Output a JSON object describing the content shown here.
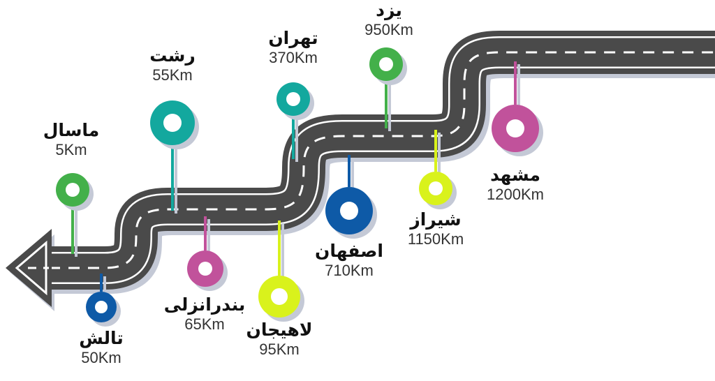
{
  "colors": {
    "road": "#4a4a4a",
    "road_edge": "#ffffff",
    "road_dash": "#ffffff",
    "shadow": "#c4c9d6"
  },
  "stops": [
    {
      "name": "ماسال",
      "distance": "5Km",
      "color": "#43b04a"
    },
    {
      "name": "تالش",
      "distance": "50Km",
      "color": "#0e5aa7"
    },
    {
      "name": "رشت",
      "distance": "55Km",
      "color": "#13a89e"
    },
    {
      "name": "بندرانزلی",
      "distance": "65Km",
      "color": "#c1529b"
    },
    {
      "name": "لاهیجان",
      "distance": "95Km",
      "color": "#d9f21c"
    },
    {
      "name": "تهران",
      "distance": "370Km",
      "color": "#13a89e"
    },
    {
      "name": "اصفهان",
      "distance": "710Km",
      "color": "#0e5aa7"
    },
    {
      "name": "یزد",
      "distance": "950Km",
      "color": "#43b04a"
    },
    {
      "name": "شیراز",
      "distance": "1150Km",
      "color": "#d9f21c"
    },
    {
      "name": "مشهد",
      "distance": "1200Km",
      "color": "#c1529b"
    }
  ]
}
